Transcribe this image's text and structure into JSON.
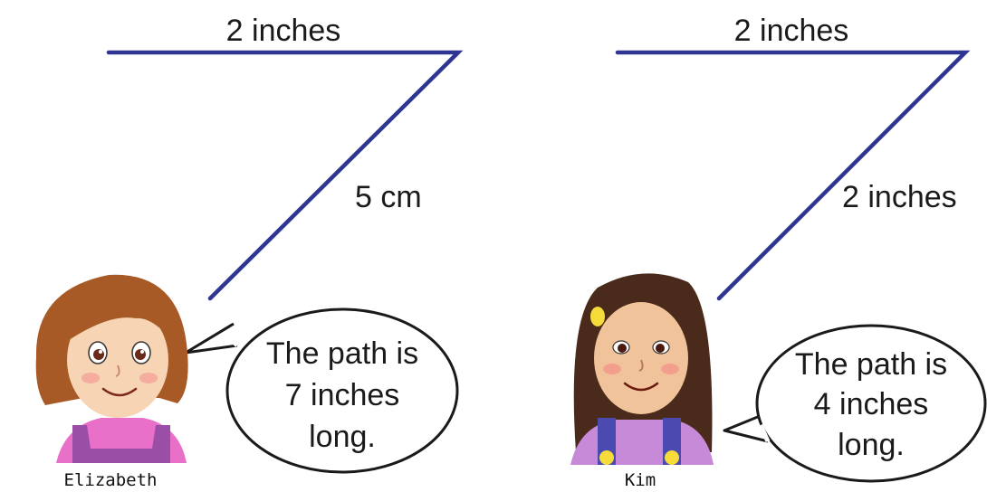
{
  "colors": {
    "path_line": "#2e3592",
    "bubble_fill": "#ffffff",
    "bubble_stroke": "#1a1a1a",
    "elizabeth_hair": "#a85a26",
    "elizabeth_shirt": "#e870c8",
    "elizabeth_overalls": "#9a4ea6",
    "kim_hair": "#4a2a1a",
    "kim_shirt": "#c78ad8",
    "kim_overalls": "#4a4ab0",
    "skin": "#f7d4b4"
  },
  "panels": [
    {
      "top_segment_label": "2 inches",
      "diagonal_segment_label": "5 cm",
      "speech_lines": [
        "The path is",
        "7 inches",
        "long."
      ],
      "character_name": "Elizabeth"
    },
    {
      "top_segment_label": "2 inches",
      "diagonal_segment_label": "2 inches",
      "speech_lines": [
        "The path is",
        "4 inches",
        "long."
      ],
      "character_name": "Kim"
    }
  ]
}
